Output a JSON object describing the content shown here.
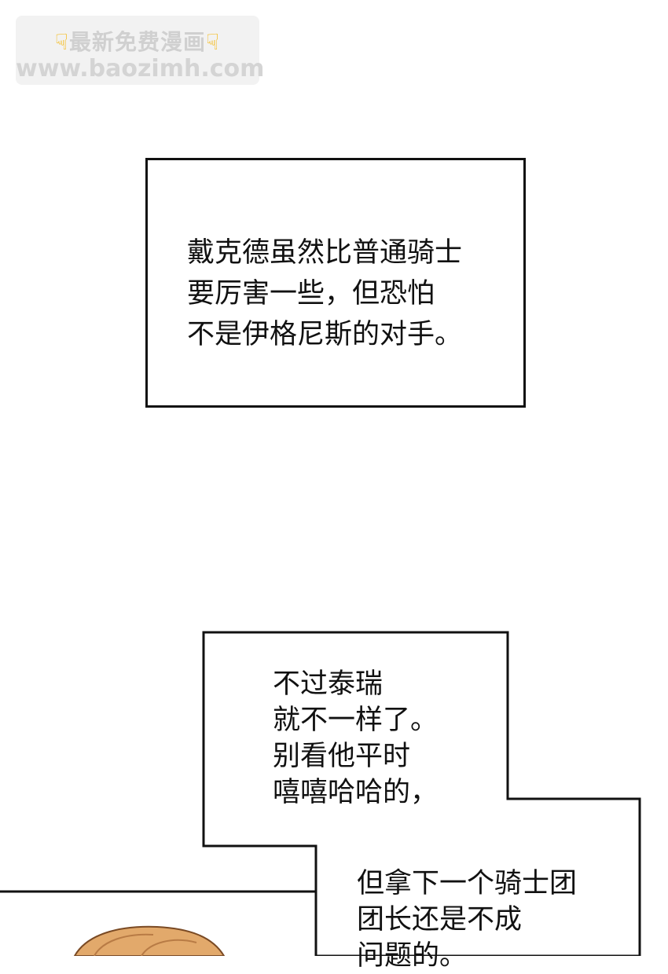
{
  "watermark": {
    "line1": "最新免费漫画",
    "line2": "www.baozimh.com",
    "icon": "pointing-down-hand-icon"
  },
  "caption": {
    "text": "戴克德虽然比普通骑士\n要厉害一些，但恐怕\n不是伊格尼斯的对手。"
  },
  "bubble": {
    "text1": "不过泰瑞\n就不一样了。\n别看他平时\n嘻嘻哈哈的，",
    "text2": "但拿下一个骑士团\n团长还是不成\n问题的。"
  }
}
